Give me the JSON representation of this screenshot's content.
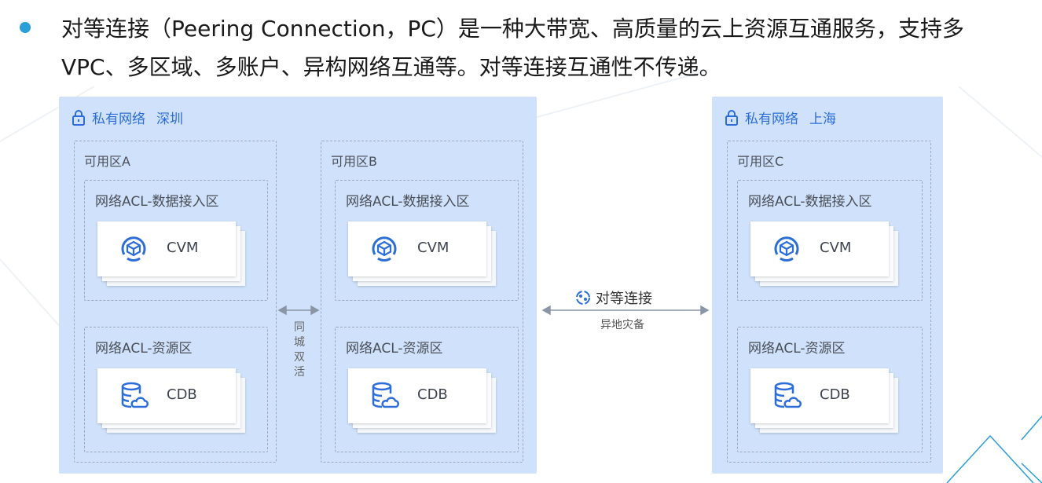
{
  "description": "对等连接（Peering Connection，PC）是一种大带宽、高质量的云上资源互通服务，支持多VPC、多区域、多账户、异构网络互通等。对等连接互通性不传递。",
  "colors": {
    "bullet": "#2a9fd8",
    "vpc_bg": "#cfe1fb",
    "vpc_title": "#2c6dd9",
    "icon_blue": "#2c6dd9",
    "dashed_border": "#9aa9bc"
  },
  "vpcs": [
    {
      "name": "私有网络",
      "region": "深圳",
      "zones": [
        {
          "label": "可用区A",
          "acls": [
            {
              "label": "网络ACL-数据接入区",
              "resource": "CVM",
              "icon": "cvm-icon"
            },
            {
              "label": "网络ACL-资源区",
              "resource": "CDB",
              "icon": "cdb-icon"
            }
          ]
        },
        {
          "label": "可用区B",
          "acls": [
            {
              "label": "网络ACL-数据接入区",
              "resource": "CVM",
              "icon": "cvm-icon"
            },
            {
              "label": "网络ACL-资源区",
              "resource": "CDB",
              "icon": "cdb-icon"
            }
          ]
        }
      ]
    },
    {
      "name": "私有网络",
      "region": "上海",
      "zones": [
        {
          "label": "可用区C",
          "acls": [
            {
              "label": "网络ACL-数据接入区",
              "resource": "CVM",
              "icon": "cvm-icon"
            },
            {
              "label": "网络ACL-资源区",
              "resource": "CDB",
              "icon": "cdb-icon"
            }
          ]
        }
      ]
    }
  ],
  "links": {
    "same_city": "同城双活",
    "peering_label": "对等连接",
    "peering_sub": "异地灾备"
  }
}
